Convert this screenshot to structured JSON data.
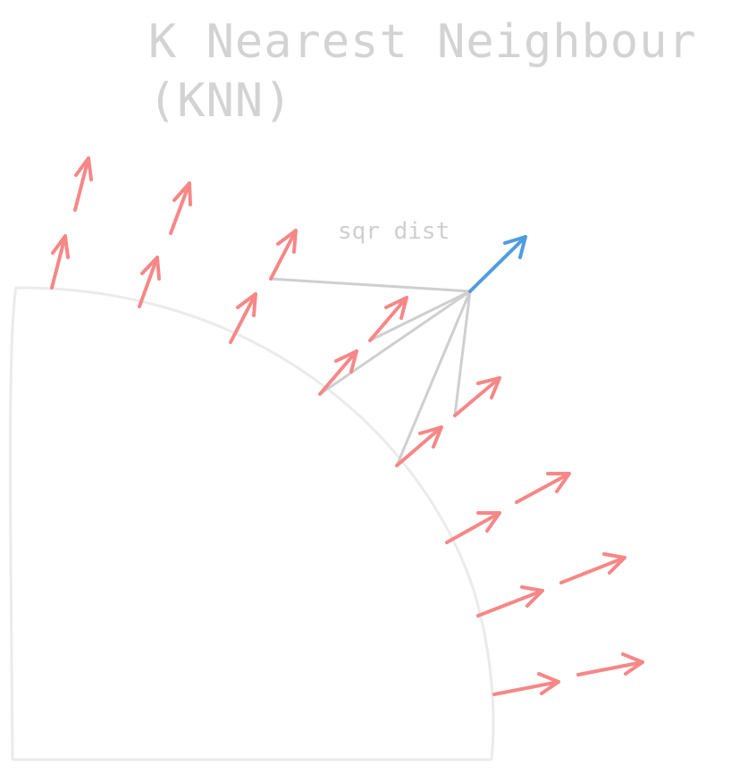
{
  "title": {
    "line1": "K Nearest Neighbour",
    "line2": "(KNN)"
  },
  "labels": {
    "distance": "sqr dist"
  },
  "colors": {
    "title": "#d3d3d3",
    "surface_outline": "#ebebeb",
    "sample_arrow": "#f78787",
    "query_arrow": "#4f9ce0",
    "distance_line": "#cfcfcf",
    "distance_label": "#cfcfcf"
  },
  "icons": {
    "sample": "arrow-icon",
    "query": "arrow-icon"
  }
}
